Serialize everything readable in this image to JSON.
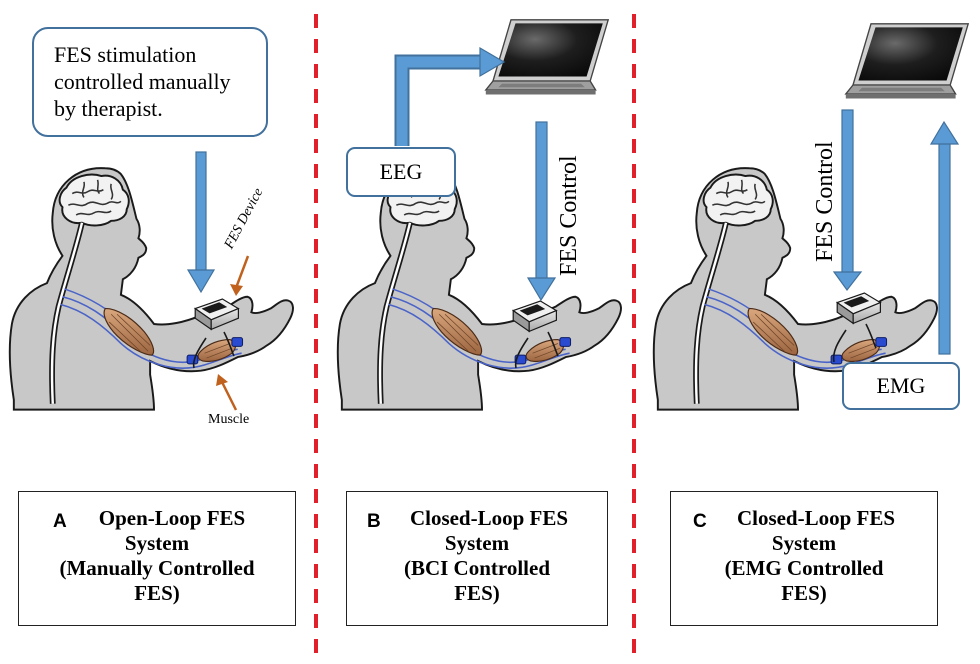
{
  "panel_a": {
    "note_lines": [
      "FES stimulation",
      "controlled manually",
      "by therapist."
    ],
    "fes_device_label": "FES Device",
    "muscle_label": "Muscle",
    "caption_letter": "A",
    "caption_lines": [
      "Open-Loop FES",
      "System",
      "(Manually Controlled",
      "FES)"
    ]
  },
  "panel_b": {
    "eeg_label": "EEG",
    "fes_control_label": "FES Control",
    "caption_letter": "B",
    "caption_lines": [
      "Closed-Loop FES",
      "System",
      "(BCI Controlled",
      "FES)"
    ]
  },
  "panel_c": {
    "fes_control_label": "FES Control",
    "emg_label": "EMG",
    "caption_letter": "C",
    "caption_lines": [
      "Closed-Loop FES",
      "System",
      "(EMG Controlled",
      "FES)"
    ]
  },
  "colors": {
    "arrow_blue": "#5b9bd5",
    "box_border": "#41719c",
    "divider_red": "#e0202a",
    "body_gray": "#c8c8c8",
    "muscle_brown": "#b9825a",
    "pointer_orange": "#c0621e"
  }
}
